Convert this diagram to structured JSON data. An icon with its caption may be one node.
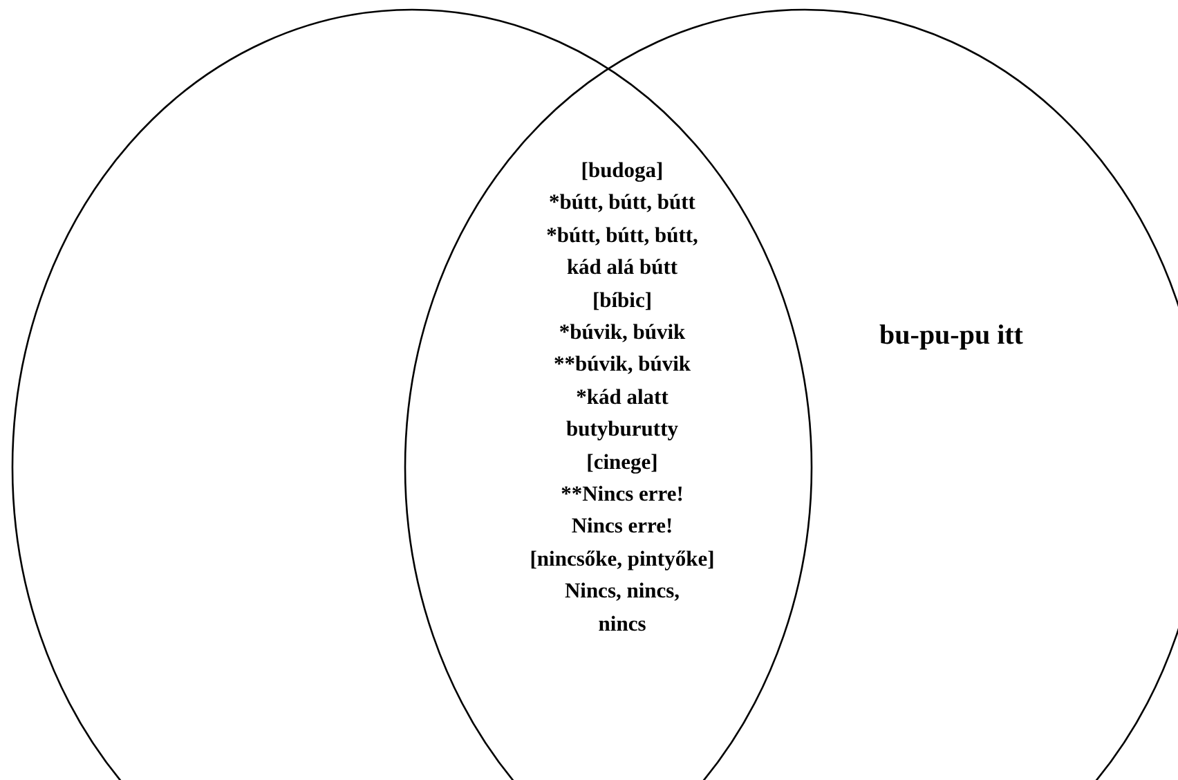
{
  "diagram": {
    "nodes": [
      {
        "text": [],
        "shape": "circle"
      },
      {
        "text": [
          "bu-pu-pu itt"
        ]
      }
    ],
    "labels": [
      "[budoga]",
      "*bútt, bútt, bútt",
      "*bútt, bútt, bútt, kád alá bútt",
      "[bíbic]",
      "*búvik, búvik",
      "**búvik, búvik",
      "*kád alatt butyburutty",
      "[cinege]",
      "**Nincs erre!",
      "Nincs erre!",
      "[nincsőke, pintyőke]",
      "Nincs, nincs, nincs"
    ]
  }
}
